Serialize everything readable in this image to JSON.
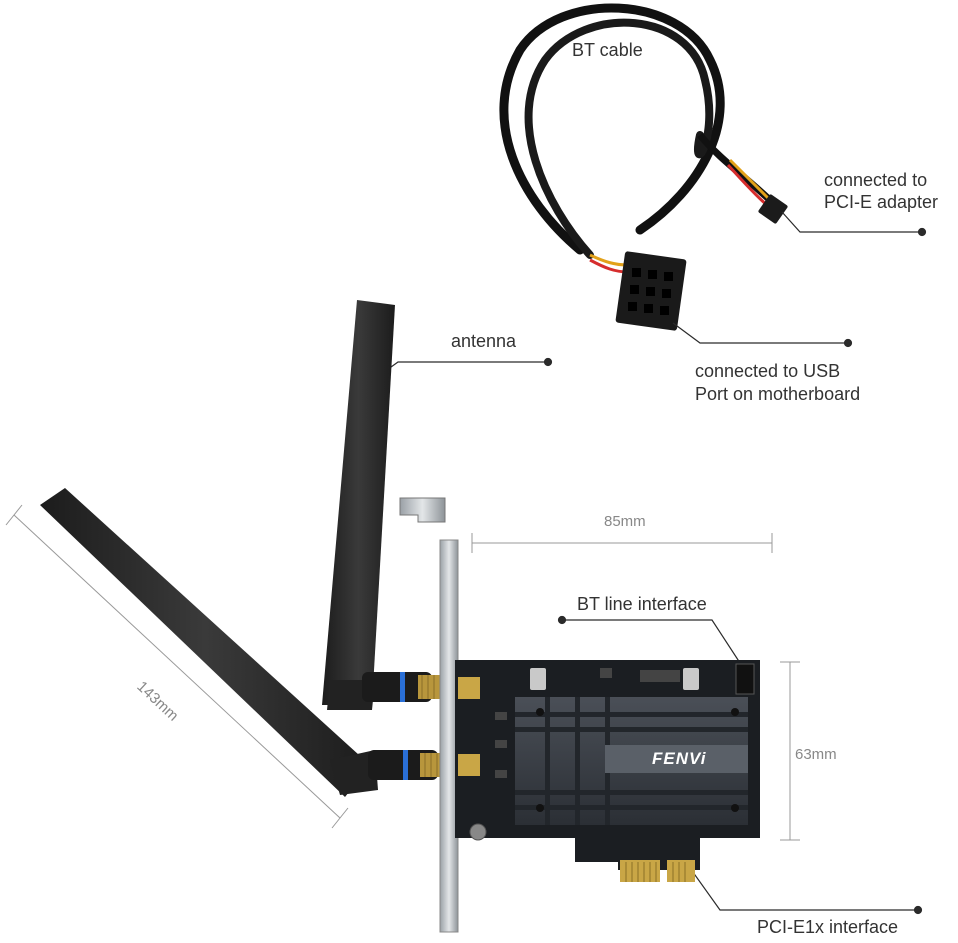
{
  "labels": {
    "bt_cable": "BT cable",
    "connected_pcie": "connected to\nPCI-E adapter",
    "antenna": "antenna",
    "connected_usb": "connected to USB\nPort on motherboard",
    "bt_line_interface": "BT line interface",
    "pcie_interface": "PCI-E1x interface"
  },
  "dimensions": {
    "width": "85mm",
    "height": "63mm",
    "antenna_length": "143mm"
  },
  "branding": {
    "heatsink_logo": "FENVi"
  },
  "colors": {
    "accent_line": "#2b2b2b",
    "antenna": "#2a2a2a",
    "pcb": "#1b1e22",
    "heatsink": "#3a3f46",
    "gold": "#c9a646",
    "cable": "#111111"
  }
}
